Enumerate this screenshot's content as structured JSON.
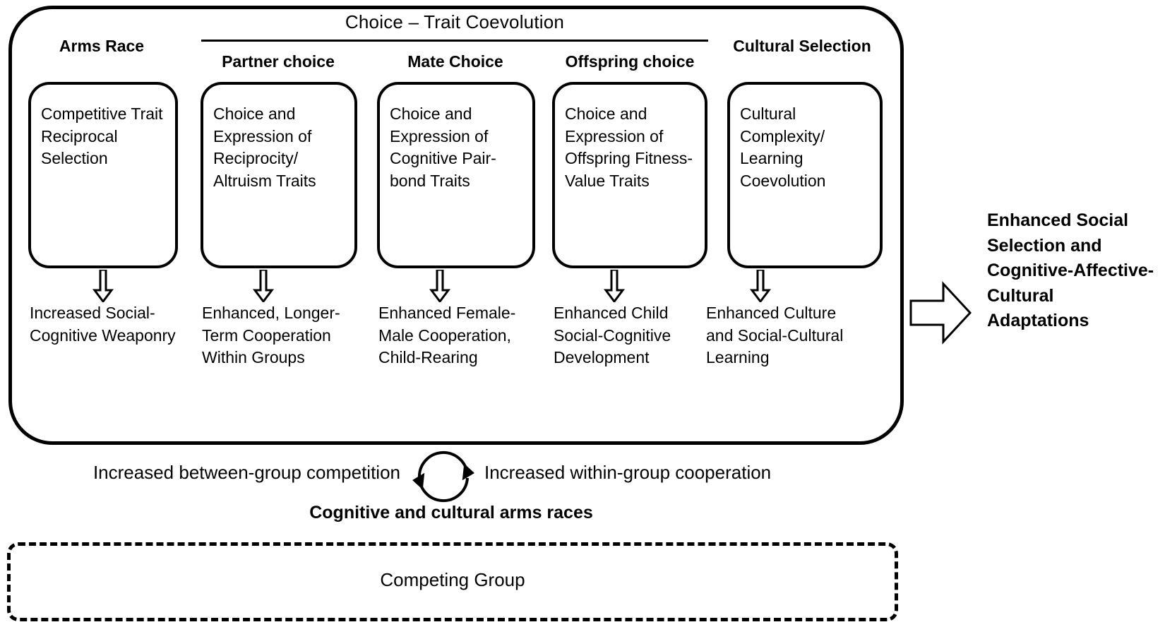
{
  "diagram": {
    "group_header": "Choice – Trait Coevolution",
    "columns": [
      {
        "title": "Arms Race",
        "trait": "Competitive Trait Reciprocal Selection",
        "arrow_icon": "down-arrow-icon",
        "outcome": "Increased Social-Cognitive Weaponry"
      },
      {
        "title": "Partner choice",
        "trait": "Choice and Expression of Reciprocity/ Altruism Traits",
        "arrow_icon": "down-arrow-icon",
        "outcome": "Enhanced, Longer-Term Cooperation Within Groups"
      },
      {
        "title": "Mate Choice",
        "trait": "Choice and Expression of Cognitive Pair-bond Traits",
        "arrow_icon": "down-arrow-icon",
        "outcome": "Enhanced Female-Male Cooperation, Child-Rearing"
      },
      {
        "title": "Offspring choice",
        "trait": "Choice and Expression of Offspring Fitness-Value Traits",
        "arrow_icon": "down-arrow-icon",
        "outcome": "Enhanced Child Social-Cognitive Development"
      },
      {
        "title": "Cultural Selection",
        "trait": "Cultural Complexity/ Learning Coevolution",
        "arrow_icon": "down-arrow-icon",
        "outcome": "Enhanced Culture and Social-Cultural Learning"
      }
    ],
    "output": {
      "arrow_icon": "right-block-arrow-icon",
      "label": "Enhanced Social Selection and Cognitive-Affective-Cultural Adaptations"
    },
    "cycle_band": {
      "left_text": "Increased between-group competition",
      "icon": "cycle-arrows-icon",
      "right_text": "Increased within-group cooperation",
      "caption": "Cognitive and cultural arms races"
    },
    "competing_group": {
      "label": "Competing Group"
    },
    "colors": {
      "stroke": "#000000",
      "background": "#ffffff"
    }
  }
}
